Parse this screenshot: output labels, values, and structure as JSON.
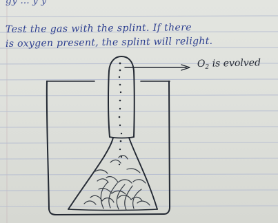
{
  "notes": {
    "cut_off_line": "gy ... y y",
    "line1": "Test the gas with the splint. If there",
    "line2": "is oxygen present, the splint will relight."
  },
  "diagram": {
    "label_main": "O",
    "label_subscript": "2",
    "label_rest": "is evolved"
  },
  "colors": {
    "paper": "#e1e3de",
    "rule_line": "#b8bfd1",
    "margin_line": "#c9b7bb",
    "blue_ink": "#2d3f90",
    "pencil": "#222832"
  }
}
